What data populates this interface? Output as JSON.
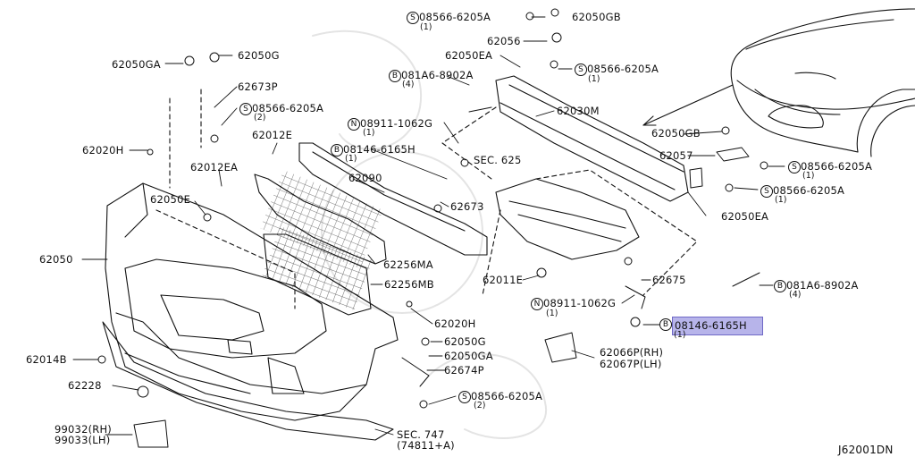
{
  "diagram_id": "J62001DN",
  "callouts": [
    {
      "key": "s1",
      "prefix": "S",
      "part": "08566-6205A",
      "qty": "(1)"
    },
    {
      "key": "c62050gb_top",
      "part": "62050GB"
    },
    {
      "key": "c62056",
      "part": "62056"
    },
    {
      "key": "c62050ea_top",
      "part": "62050EA"
    },
    {
      "key": "s2",
      "prefix": "S",
      "part": "08566-6205A",
      "qty": "(1)"
    },
    {
      "key": "b1",
      "prefix": "B",
      "part": "081A6-8902A",
      "qty": "(4)"
    },
    {
      "key": "c62050ga_l",
      "part": "62050GA"
    },
    {
      "key": "c62050g_l",
      "part": "62050G"
    },
    {
      "key": "c62673p",
      "part": "62673P"
    },
    {
      "key": "s3",
      "prefix": "S",
      "part": "08566-6205A",
      "qty": "(2)"
    },
    {
      "key": "n1",
      "prefix": "N",
      "part": "08911-1062G",
      "qty": "(1)"
    },
    {
      "key": "c62030m",
      "part": "62030M"
    },
    {
      "key": "c62012e",
      "part": "62012E"
    },
    {
      "key": "b2",
      "prefix": "B",
      "part": "08146-6165H",
      "qty": "(1)"
    },
    {
      "key": "sec625",
      "part": "SEC. 625"
    },
    {
      "key": "c62020h_l",
      "part": "62020H"
    },
    {
      "key": "c62012ea",
      "part": "62012EA"
    },
    {
      "key": "c62090",
      "part": "62090"
    },
    {
      "key": "c62050e",
      "part": "62050E"
    },
    {
      "key": "c62673",
      "part": "62673"
    },
    {
      "key": "c62050gb_r",
      "part": "62050GB"
    },
    {
      "key": "c62057",
      "part": "62057"
    },
    {
      "key": "s4",
      "prefix": "S",
      "part": "08566-6205A",
      "qty": "(1)"
    },
    {
      "key": "s5",
      "prefix": "S",
      "part": "08566-6205A",
      "qty": "(1)"
    },
    {
      "key": "c62050ea_r",
      "part": "62050EA"
    },
    {
      "key": "c62050",
      "part": "62050"
    },
    {
      "key": "c62256ma",
      "part": "62256MA"
    },
    {
      "key": "c62011e",
      "part": "62011E"
    },
    {
      "key": "c62675",
      "part": "62675"
    },
    {
      "key": "b3",
      "prefix": "B",
      "part": "081A6-8902A",
      "qty": "(4)"
    },
    {
      "key": "c62256mb",
      "part": "62256MB"
    },
    {
      "key": "n2",
      "prefix": "N",
      "part": "08911-1062G",
      "qty": "(1)"
    },
    {
      "key": "b4",
      "prefix": "B",
      "part": "08146-6165H",
      "qty": "(1)",
      "highlighted": true
    },
    {
      "key": "c62020h_m",
      "part": "62020H"
    },
    {
      "key": "c62050g_m",
      "part": "62050G"
    },
    {
      "key": "c62050ga_m",
      "part": "62050GA"
    },
    {
      "key": "c62014b",
      "part": "62014B"
    },
    {
      "key": "c62674p",
      "part": "62674P"
    },
    {
      "key": "c62066p",
      "part": "62066P(RH)"
    },
    {
      "key": "c62067p",
      "part": "62067P(LH)"
    },
    {
      "key": "s6",
      "prefix": "S",
      "part": "08566-6205A",
      "qty": "(2)"
    },
    {
      "key": "c62228",
      "part": "62228"
    },
    {
      "key": "c99032",
      "part": "99032(RH)"
    },
    {
      "key": "c99033",
      "part": "99033(LH)"
    },
    {
      "key": "sec747",
      "part": "SEC. 747"
    },
    {
      "key": "sec747sub",
      "part": "(74811+A)"
    }
  ],
  "colors": {
    "line": "#111111",
    "highlight": "#b7b4ea",
    "watermark": "#e6e6e6"
  }
}
